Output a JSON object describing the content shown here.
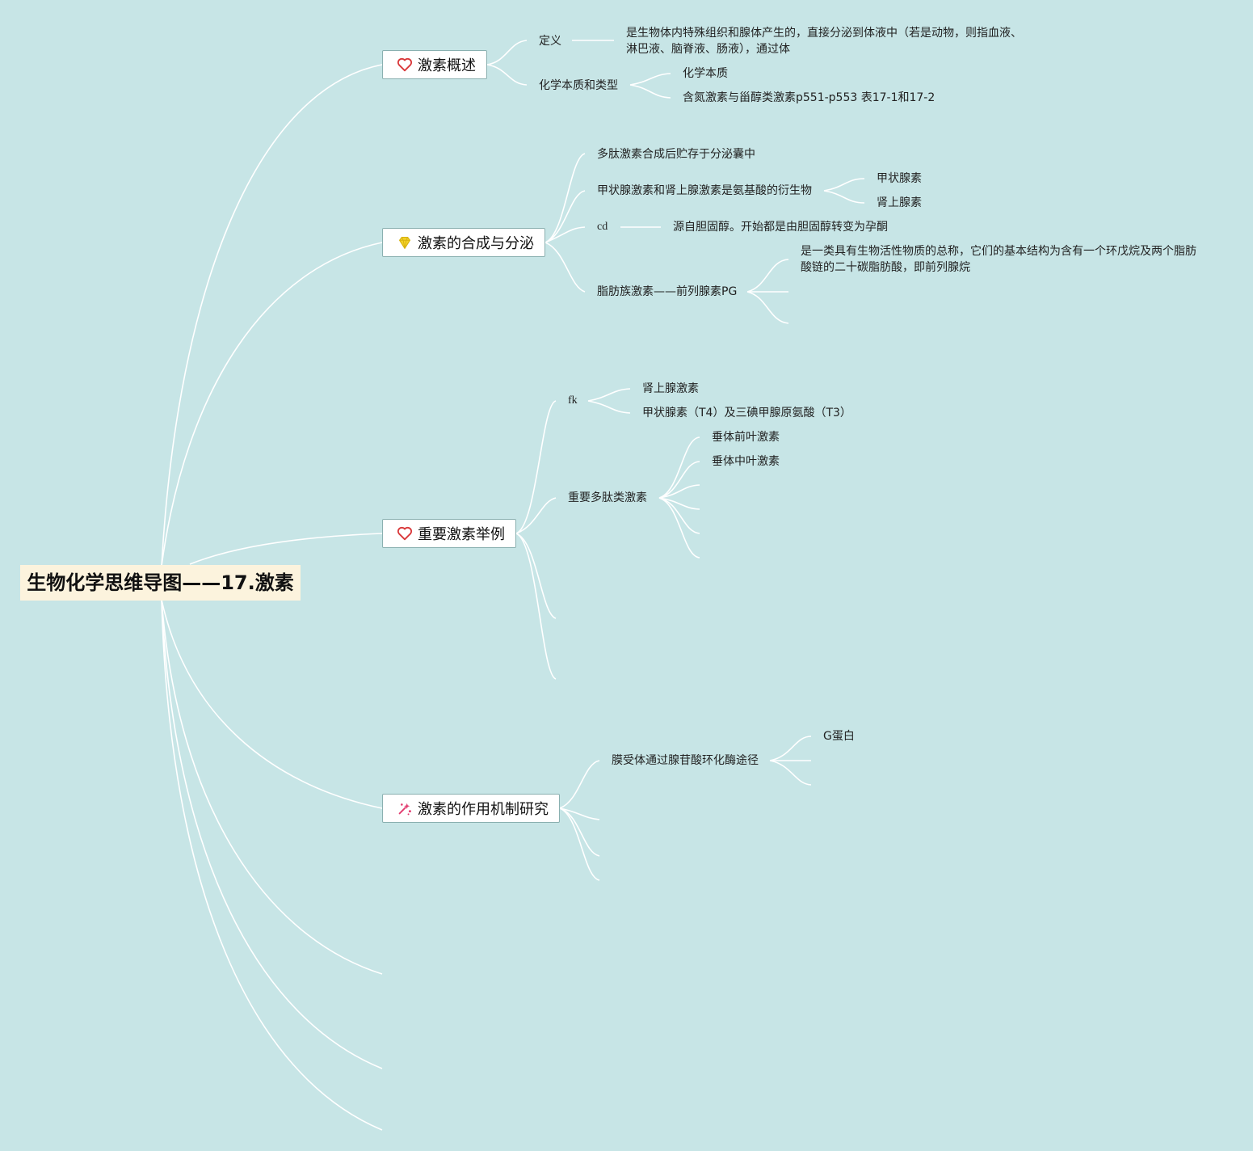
{
  "root": {
    "title": "生物化学思维导图——17.激素"
  },
  "branches": {
    "overview": {
      "icon": "heart-icon",
      "label": "激素概述",
      "definition": {
        "label": "定义",
        "detail": "是生物体内特殊组织和腺体产生的，直接分泌到体液中（若是动物，则指血液、淋巴液、脑脊液、肠液），通过体"
      },
      "nature": {
        "label": "化学本质和类型",
        "children": [
          "化学本质",
          "含氮激素与甾醇类激素p551-p553 表17-1和17-2"
        ]
      }
    },
    "synthesis": {
      "icon": "diamond-icon",
      "label": "激素的合成与分泌",
      "items": {
        "peptide": "多肽激素合成后贮存于分泌囊中",
        "aminoacid": "甲状腺激素和肾上腺激素是氨基酸的衍生物",
        "aminoacid_children": [
          "甲状腺素",
          "肾上腺素"
        ],
        "cd": "cd",
        "cd_child": "源自胆固醇。开始都是由胆固醇转变为孕酮",
        "fatty": "脂肪族激素——前列腺素PG",
        "fatty_child": "是一类具有生物活性物质的总称，它们的基本结构为含有一个环戊烷及两个脂肪酸链的二十碳脂肪酸，即前列腺烷"
      }
    },
    "examples": {
      "icon": "heart-icon",
      "label": "重要激素举例",
      "fk": {
        "label": "fk",
        "children": [
          "肾上腺激素",
          "甲状腺素（T4）及三碘甲腺原氨酸（T3）"
        ]
      },
      "peptides": {
        "label": "重要多肽类激素",
        "children": [
          "垂体前叶激素",
          "垂体中叶激素"
        ]
      }
    },
    "mechanism": {
      "icon": "sparkle-icon",
      "label": "激素的作用机制研究",
      "membrane": {
        "label": "膜受体通过腺苷酸环化酶途径",
        "children": [
          "G蛋白"
        ]
      }
    }
  },
  "colors": {
    "background": "#c7e5e6",
    "root_fill": "#fcf3dd",
    "edge": "#ffffff",
    "heart": "#d9383a",
    "diamond": "#f2d22a",
    "sparkle": "#e23a6e"
  }
}
